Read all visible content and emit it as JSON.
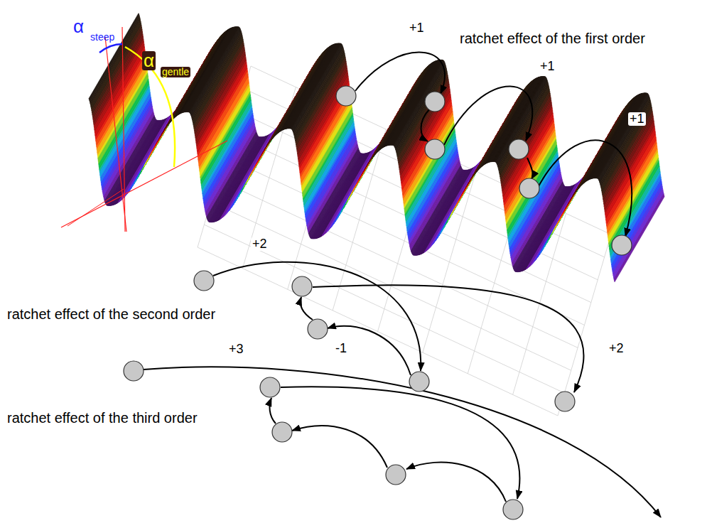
{
  "diagram": {
    "labels": [
      "α",
      "steep",
      "α",
      "gentle",
      "ratchet effect of the first order",
      "+1",
      "+1",
      "+1",
      "+2",
      "-1",
      "+2",
      "ratchet effect of the second order",
      "+3",
      "ratchet effect of the third order"
    ]
  }
}
